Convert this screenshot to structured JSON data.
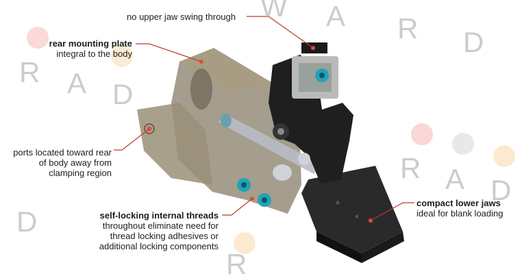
{
  "callouts": {
    "upper_jaw": {
      "text": "no upper jaw swing through"
    },
    "rear_plate": {
      "title": "rear mounting plate",
      "text": "integral to the body"
    },
    "ports": {
      "lines": [
        "ports located toward rear",
        "of body away from",
        "clamping region"
      ]
    },
    "threads": {
      "title": "self-locking internal threads",
      "lines": [
        "throughout eliminate need for",
        "thread locking adhesives or",
        "additional locking components"
      ]
    },
    "lower_jaws": {
      "title": "compact lower jaws",
      "text": "ideal for blank loading"
    }
  },
  "watermark": {
    "letters": [
      "R",
      "A",
      "D",
      "W",
      "A",
      "R",
      "D"
    ]
  },
  "colors": {
    "leader": "#c0392b",
    "marker": "#e74c3c",
    "body_translucent": "#8a7f68",
    "jaw_dark": "#1e1e1e",
    "accent_teal": "#1fa3b8"
  }
}
